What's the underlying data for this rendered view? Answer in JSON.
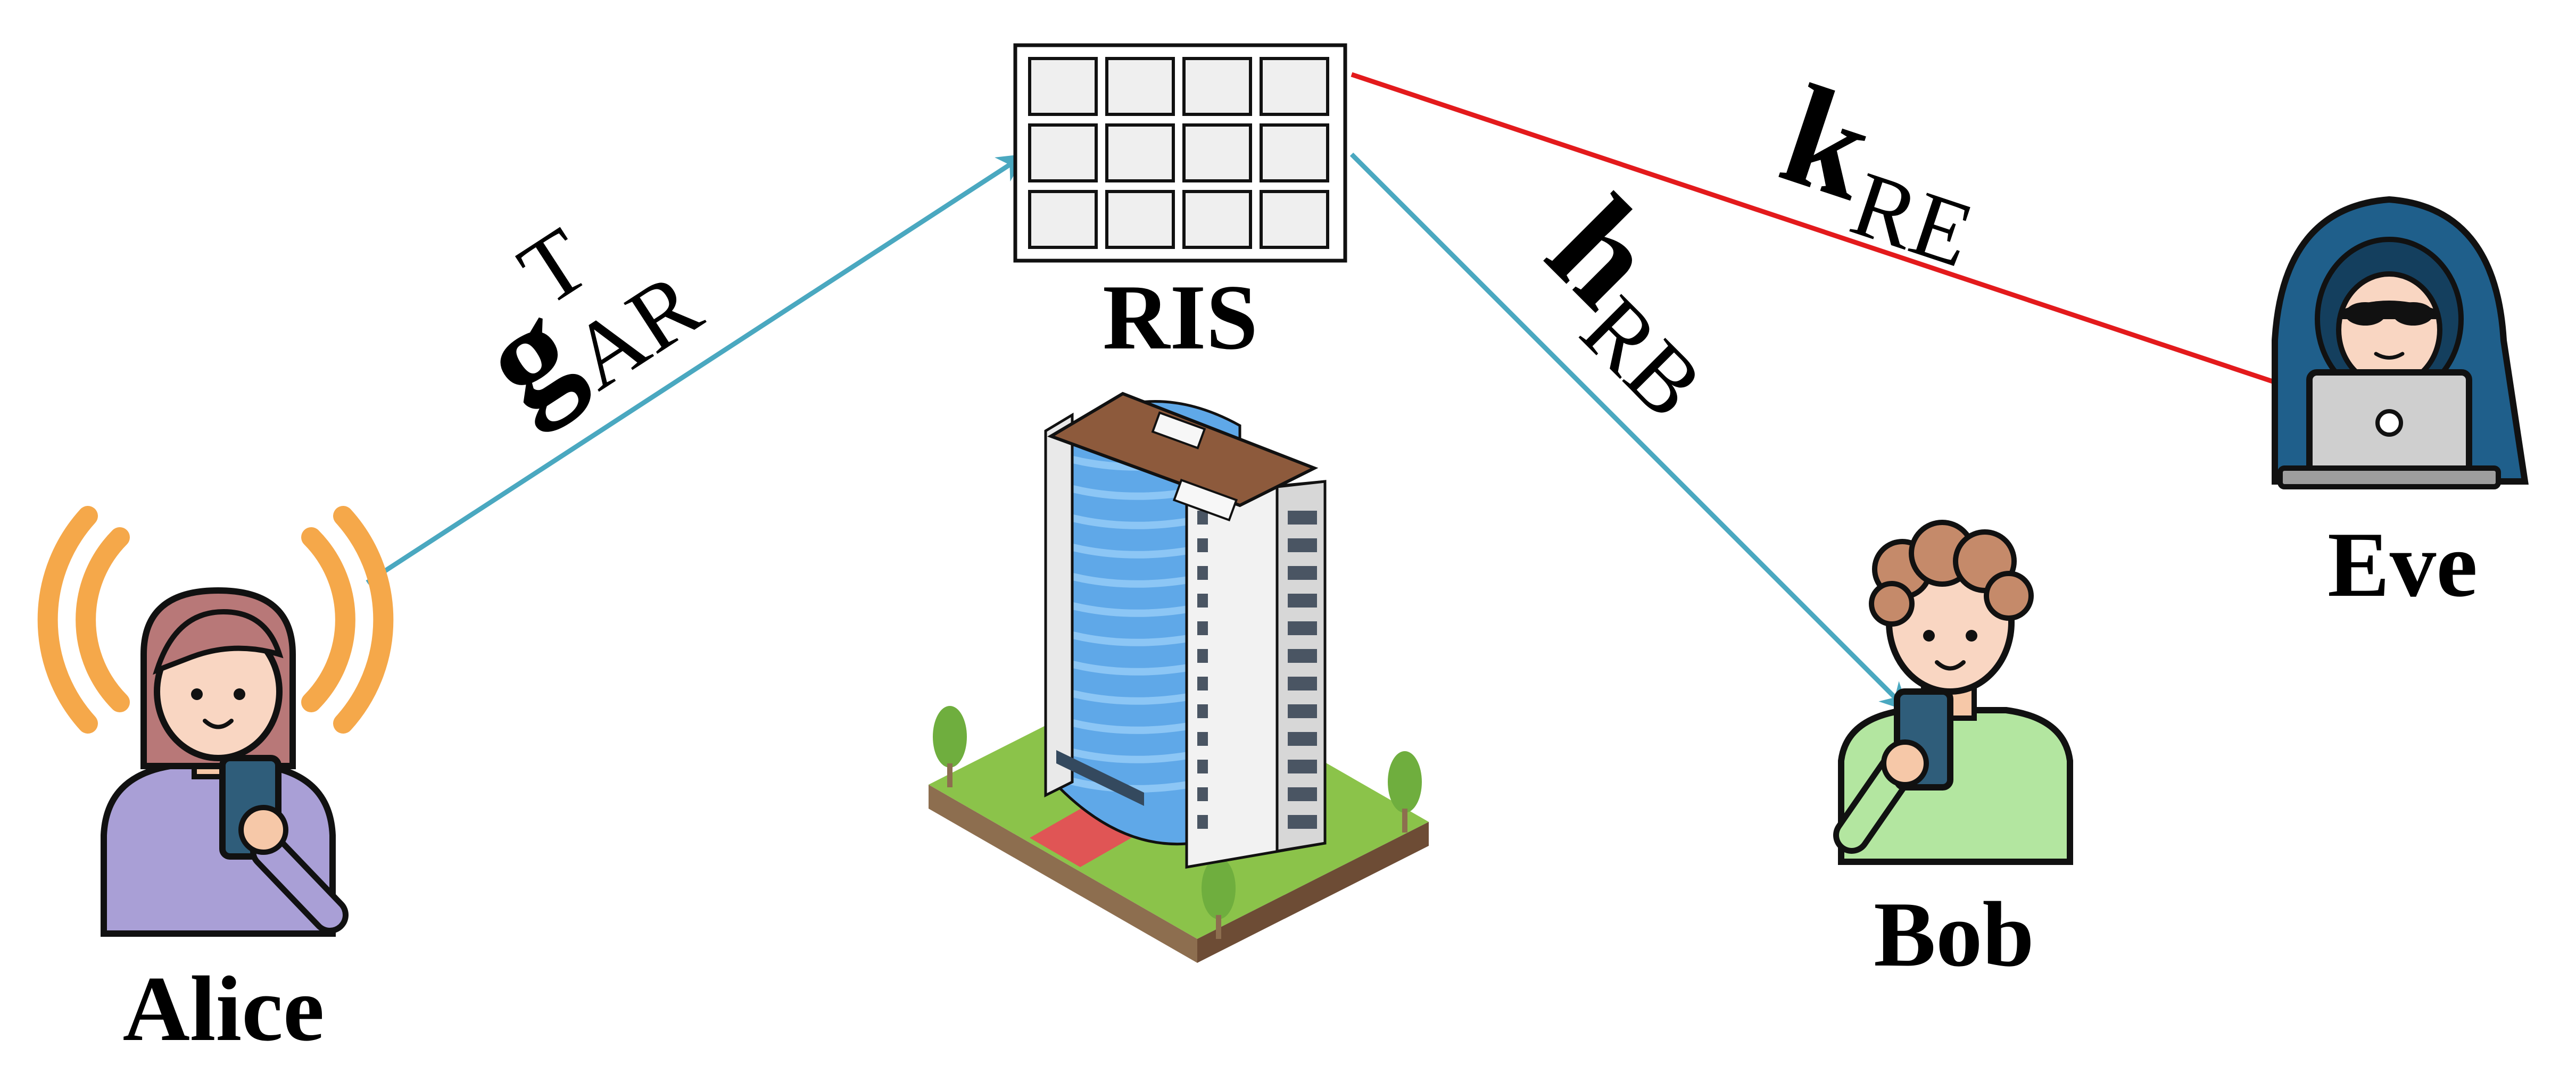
{
  "nodes": {
    "ris": {
      "label": "RIS"
    },
    "alice": {
      "label": "Alice"
    },
    "bob": {
      "label": "Bob"
    },
    "eve": {
      "label": "Eve"
    }
  },
  "links": {
    "alice_ris": {
      "symbol": "g",
      "superscript": "T",
      "subscript": "AR",
      "color": "#4aa8c0"
    },
    "ris_bob": {
      "symbol": "h",
      "subscript": "RB",
      "color": "#4aa8c0"
    },
    "ris_eve": {
      "symbol": "k",
      "subscript": "RE",
      "color": "#e31a1c"
    }
  },
  "colors": {
    "legitimate_link": "#4aa8c0",
    "eavesdrop_link": "#e31a1c",
    "signal_waves": "#f5a84a",
    "alice_shirt": "#a99fd6",
    "bob_shirt": "#b3e6a0",
    "eve_hood": "#1f5f8b"
  },
  "icons": [
    "ris-panel-icon",
    "building-icon",
    "alice-person-icon",
    "bob-person-icon",
    "eve-hacker-icon",
    "signal-waves-icon"
  ]
}
